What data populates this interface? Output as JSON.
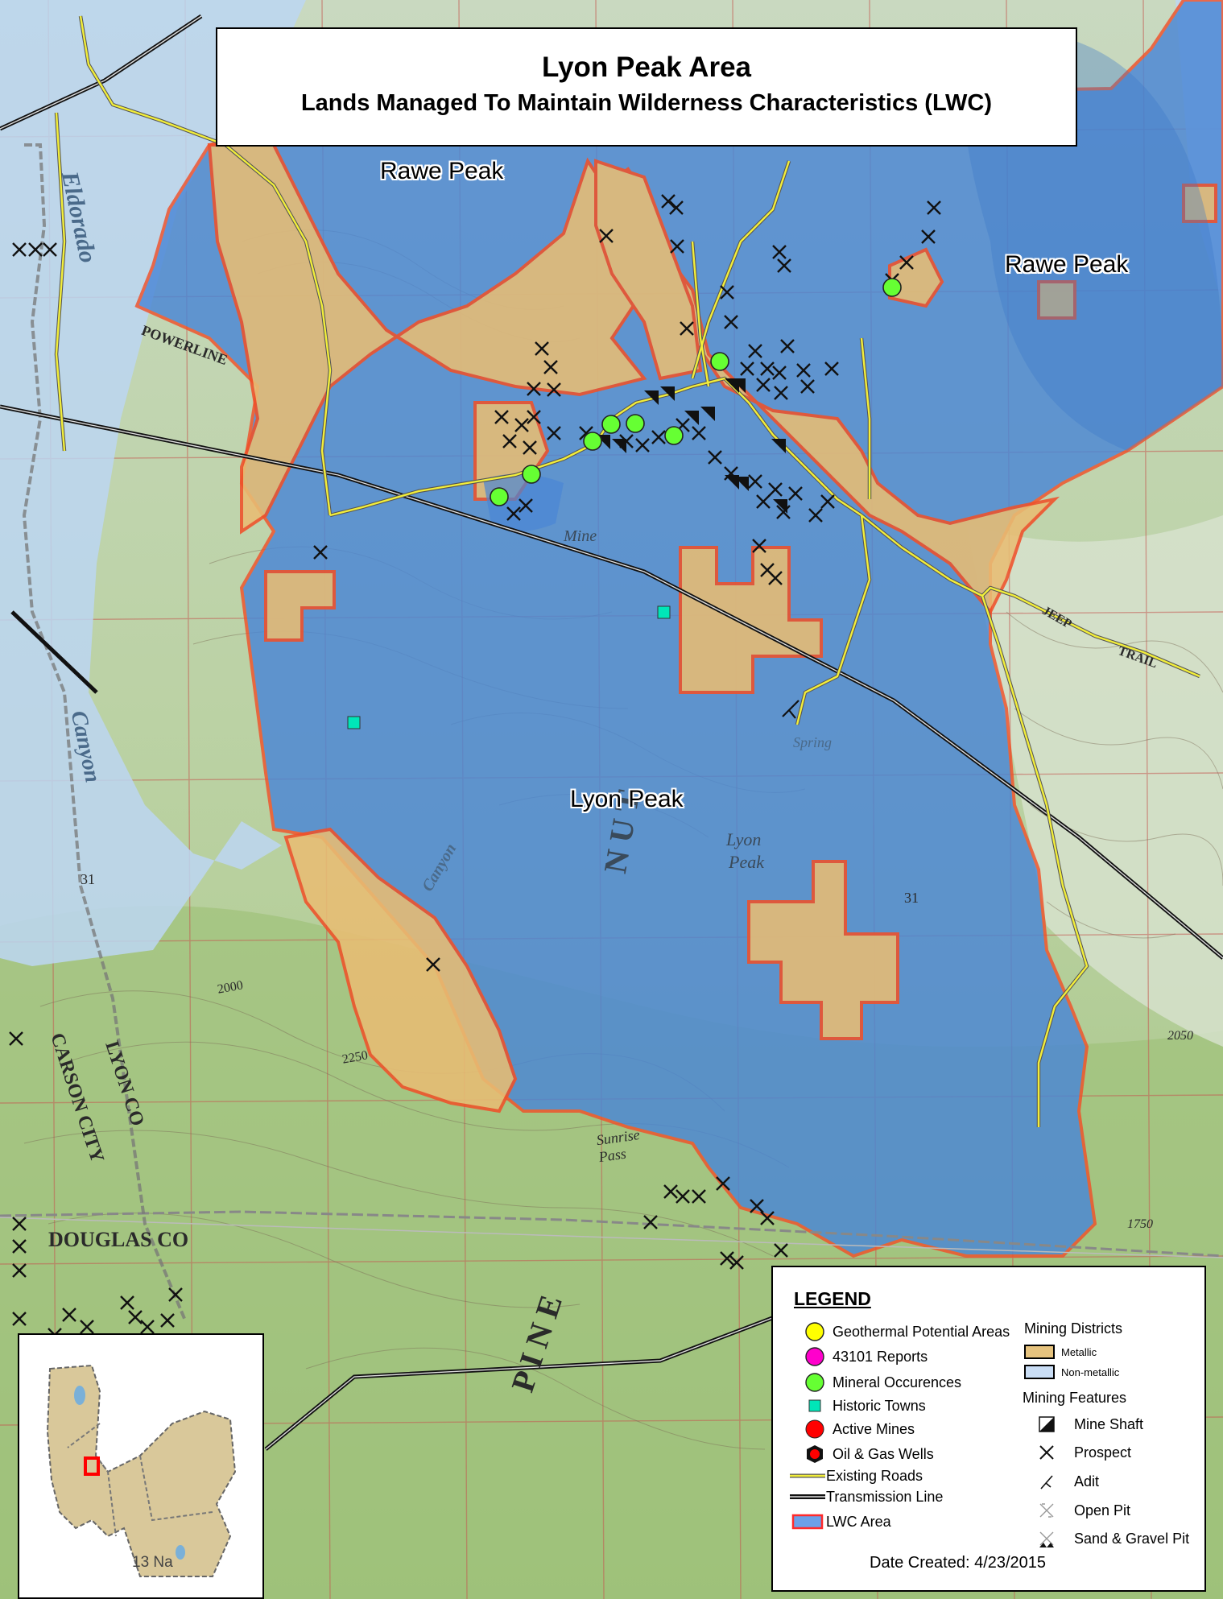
{
  "title": {
    "line1": "Lyon Peak Area",
    "line2": "Lands Managed To Maintain Wilderness Characteristics (LWC)"
  },
  "area_labels": {
    "rawe_peak_north": "Rawe Peak",
    "rawe_peak_east": "Rawe Peak",
    "lyon_peak": "Lyon Peak"
  },
  "base_map_labels": {
    "eldorado": "Eldorado",
    "powerline": "POWERLINE",
    "canyon": "Canyon",
    "lyon_co": "LYON CO",
    "carson_city": "CARSON CITY",
    "douglas_co": "DOUGLAS CO",
    "sunrise_pass": "Sunrise Pass",
    "jeep": "JEEP",
    "trail": "TRAIL",
    "spring": "Spring",
    "lyon": "Lyon",
    "peak_topo": "Peak",
    "mine": "Mine",
    "nut": "N U T",
    "pine": "P I N E",
    "elev_2000": "2000",
    "elev_2250": "2250",
    "elev_2050": "2050",
    "elev_1750": "1750",
    "section_31": "31"
  },
  "legend": {
    "title": "LEGEND",
    "points": [
      {
        "label": "Geothermal Potential Areas",
        "color": "#ffff00"
      },
      {
        "label": "43101 Reports",
        "color": "#ff00cc"
      },
      {
        "label": "Mineral Occurences",
        "color": "#66ff33"
      },
      {
        "label": "Historic Towns",
        "color": "#00e6b8"
      },
      {
        "label": "Active Mines",
        "color": "#ff0000"
      },
      {
        "label": "Oil & Gas Wells",
        "color": "#ff0000"
      },
      {
        "label": "Existing Roads",
        "color": "#ffff33"
      },
      {
        "label": "Transmission Line",
        "color": "#000000"
      },
      {
        "label": "LWC Area",
        "color": "#6ca0e8"
      }
    ],
    "mining_districts": {
      "heading": "Mining Districts",
      "metallic": "Metallic",
      "non_metallic": "Non-metallic",
      "metallic_color": "#e6c37e",
      "non_metallic_color": "#c9ddf5"
    },
    "mining_features": {
      "heading": "Mining Features",
      "items": [
        "Mine Shaft",
        "Prospect",
        "Adit",
        "Open Pit",
        "Sand & Gravel Pit"
      ]
    },
    "date": "Date Created: 4/23/2015"
  },
  "inset": {
    "text": "13 Na"
  },
  "colors": {
    "lwc_blue": "#4a86d6",
    "lwc_outline": "#f0512a",
    "metallic": "#e8bd74",
    "non_metallic": "#bcd6f2",
    "road": "#f2ee3a",
    "terrain": "#a9c98a"
  }
}
